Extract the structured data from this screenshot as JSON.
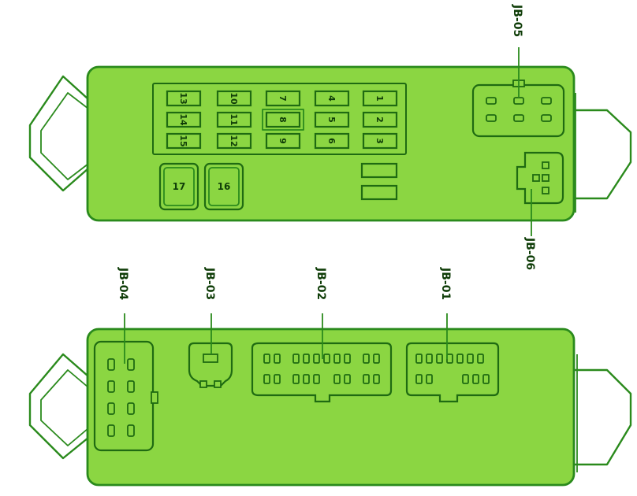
{
  "upper_box": {
    "fuses": [
      {
        "label": "13",
        "rotated": true
      },
      {
        "label": "10",
        "rotated": true
      },
      {
        "label": "7",
        "rotated": true
      },
      {
        "label": "4",
        "rotated": true
      },
      {
        "label": "1",
        "rotated": true
      },
      {
        "label": "14",
        "rotated": true
      },
      {
        "label": "11",
        "rotated": true
      },
      {
        "label": "8",
        "rotated": true
      },
      {
        "label": "5",
        "rotated": true
      },
      {
        "label": "2",
        "rotated": true
      },
      {
        "label": "15",
        "rotated": true
      },
      {
        "label": "12",
        "rotated": true
      },
      {
        "label": "9",
        "rotated": true
      },
      {
        "label": "6",
        "rotated": true
      },
      {
        "label": "3",
        "rotated": true
      }
    ],
    "relays": [
      {
        "label": "17"
      },
      {
        "label": "16"
      }
    ]
  },
  "connectors": {
    "jb05": "JB-05",
    "jb06": "JB-06",
    "jb04": "JB-04",
    "jb03": "JB-03",
    "jb02": "JB-02",
    "jb01": "JB-01"
  },
  "colors": {
    "body_fill": "#8bd642",
    "line": "#2a8a1c",
    "text": "#0f3d08",
    "background": "#ffffff"
  }
}
